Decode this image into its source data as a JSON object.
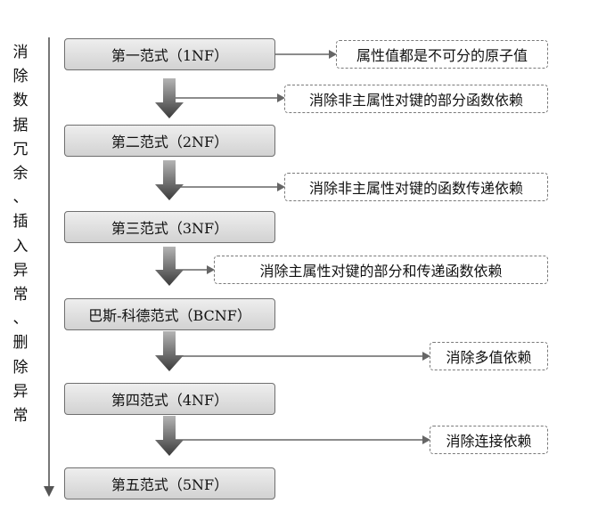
{
  "side_label": [
    "消",
    "除",
    "数",
    "据",
    "冗",
    "余",
    "、",
    "插",
    "入",
    "异",
    "常",
    "、",
    "删",
    "除",
    "异",
    "常"
  ],
  "normal_forms": [
    {
      "label": "第一范式（1NF）"
    },
    {
      "label": "第二范式（2NF）"
    },
    {
      "label": "第三范式（3NF）"
    },
    {
      "label": "巴斯-科德范式（BCNF）"
    },
    {
      "label": "第四范式（4NF）"
    },
    {
      "label": "第五范式（5NF）"
    }
  ],
  "notes": [
    {
      "text": "属性值都是不可分的原子值"
    },
    {
      "text": "消除非主属性对键的部分函数依赖"
    },
    {
      "text": "消除非主属性对键的函数传递依赖"
    },
    {
      "text": "消除主属性对键的部分和传递函数依赖"
    },
    {
      "text": "消除多值依赖"
    },
    {
      "text": "消除连接依赖"
    }
  ]
}
